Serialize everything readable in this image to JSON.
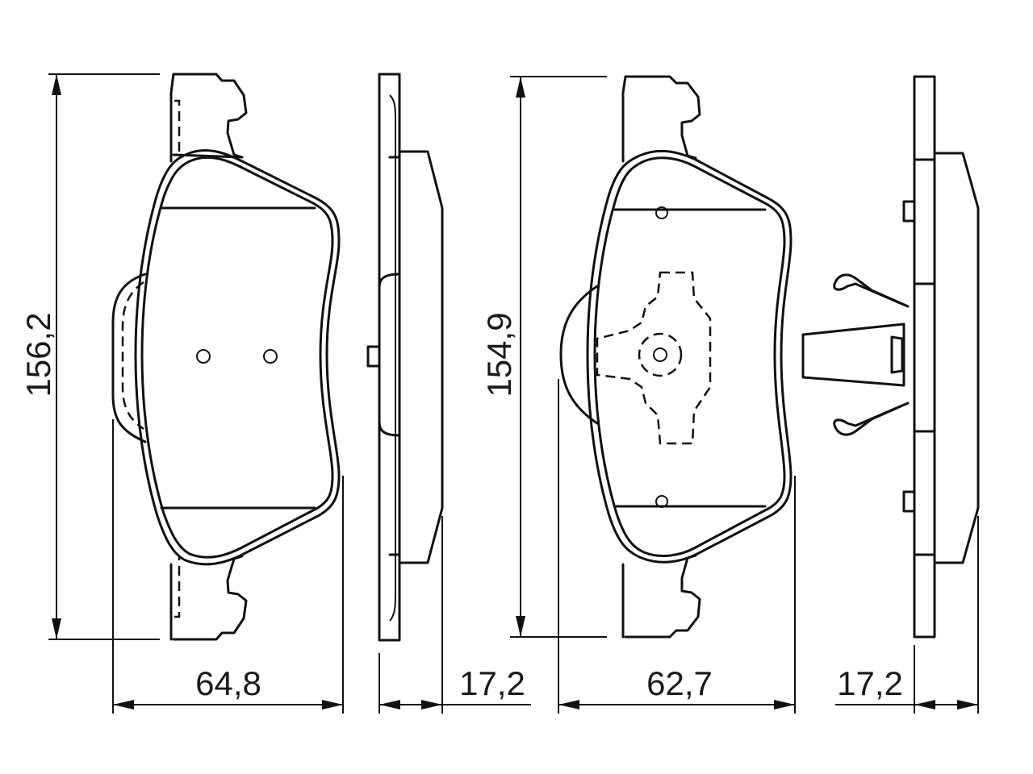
{
  "dimensions": {
    "pad1_height": "156,2",
    "pad1_width": "64,8",
    "pad1_thickness": "17,2",
    "pad2_height": "154,9",
    "pad2_width": "62,7",
    "pad2_thickness": "17,2"
  }
}
